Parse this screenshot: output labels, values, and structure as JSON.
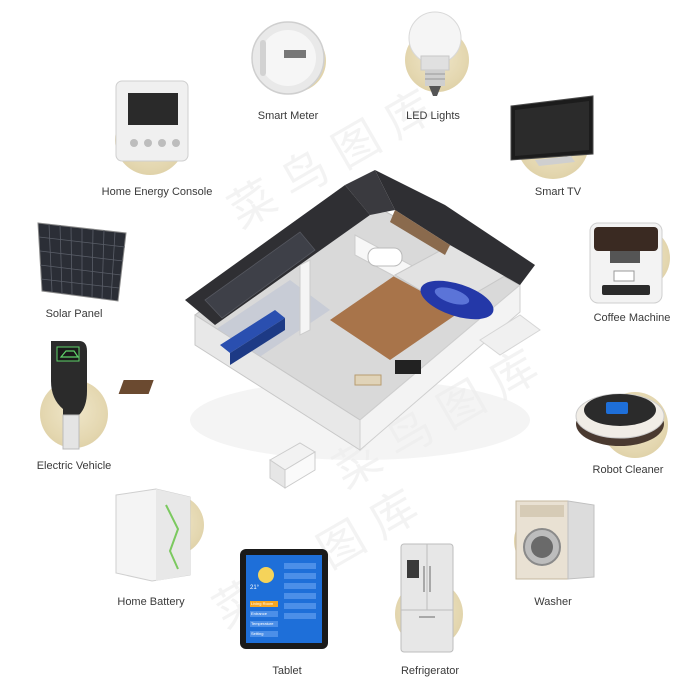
{
  "labels": {
    "smart_meter": "Smart Meter",
    "led_lights": "LED Lights",
    "home_energy_console": "Home Energy Console",
    "smart_tv": "Smart TV",
    "solar_panel": "Solar Panel",
    "coffee_machine": "Coffee Machine",
    "electric_vehicle": "Electric Vehicle",
    "robot_cleaner": "Robot Cleaner",
    "home_battery": "Home Battery",
    "washer": "Washer",
    "tablet": "Tablet",
    "refrigerator": "Refrigerator"
  },
  "tablet_screen": {
    "temperature": "21°",
    "menu": [
      "Living Room",
      "Entrance",
      "Temperature",
      "Setting"
    ]
  },
  "watermark": "菜鸟图库",
  "colors": {
    "accent_disc": "#e4d7b0",
    "roof": "#2f2f33",
    "floor_wood": "#a8744a",
    "car_blue": "#2438a8",
    "tablet_blue": "#1e6fd9",
    "ev_green": "#5fd36a"
  },
  "icons": {
    "smart_meter": "round-meter-icon",
    "led_lights": "bulb-icon",
    "home_energy_console": "console-icon",
    "smart_tv": "tv-icon",
    "solar_panel": "solar-panel-icon",
    "coffee_machine": "coffee-machine-icon",
    "electric_vehicle": "ev-charger-icon",
    "robot_cleaner": "robot-cleaner-icon",
    "home_battery": "battery-icon",
    "washer": "washer-icon",
    "tablet": "tablet-icon",
    "refrigerator": "fridge-icon"
  }
}
